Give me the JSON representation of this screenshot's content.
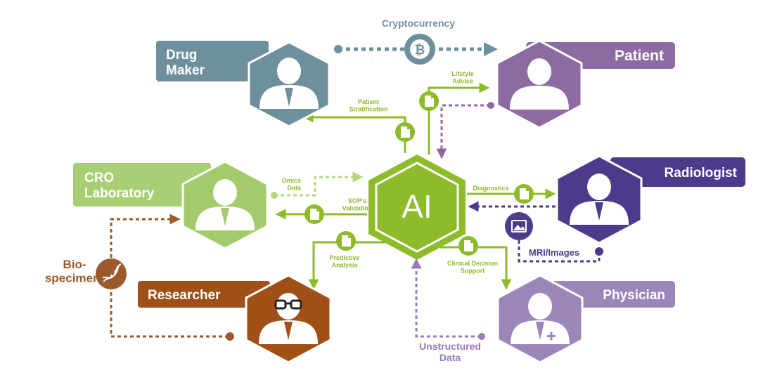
{
  "colors": {
    "drug_maker": "#6e909c",
    "patient": "#8e6aa2",
    "cro": "#a9cf75",
    "cro_hex": "#a4cb6b",
    "radiologist": "#4d3a8a",
    "researcher": "#a04f17",
    "physician": "#9b86ba",
    "ai": "#8dbb2a",
    "green": "#8dbb2a",
    "unstructured": "#9b7cb6",
    "mri": "#4d3a8a",
    "bio": "#9a5a2c"
  },
  "nodes": {
    "drug_maker": "Drug\nMaker",
    "patient": "Patient",
    "cro": "CRO\nLaboratory",
    "radiologist": "Radiologist",
    "researcher": "Researcher",
    "physician": "Physician",
    "ai": "AI"
  },
  "edges": {
    "cryptocurrency": "Cryptocurrency",
    "lifestyle_advice": "Lifstyle\nAdvice",
    "patient_stratification": "Patient\nStratification",
    "omics_data": "Omics\nData",
    "sop_validation": "SOP's\nValidation",
    "diagnostics": "Diagnostics",
    "predictive_analysis": "Predictive\nAnalysis",
    "clinical_decision_support": "Clinical Decision\nSupport",
    "mri_images": "MRI/Images",
    "unstructured_data": "Unstructured\nData",
    "bio_speciment": "Bio-\nspeciment"
  },
  "icons": {
    "bitcoin": "bitcoin-icon",
    "document": "document-icon",
    "image": "image-icon",
    "dna": "dna-icon",
    "person": "person-icon"
  }
}
